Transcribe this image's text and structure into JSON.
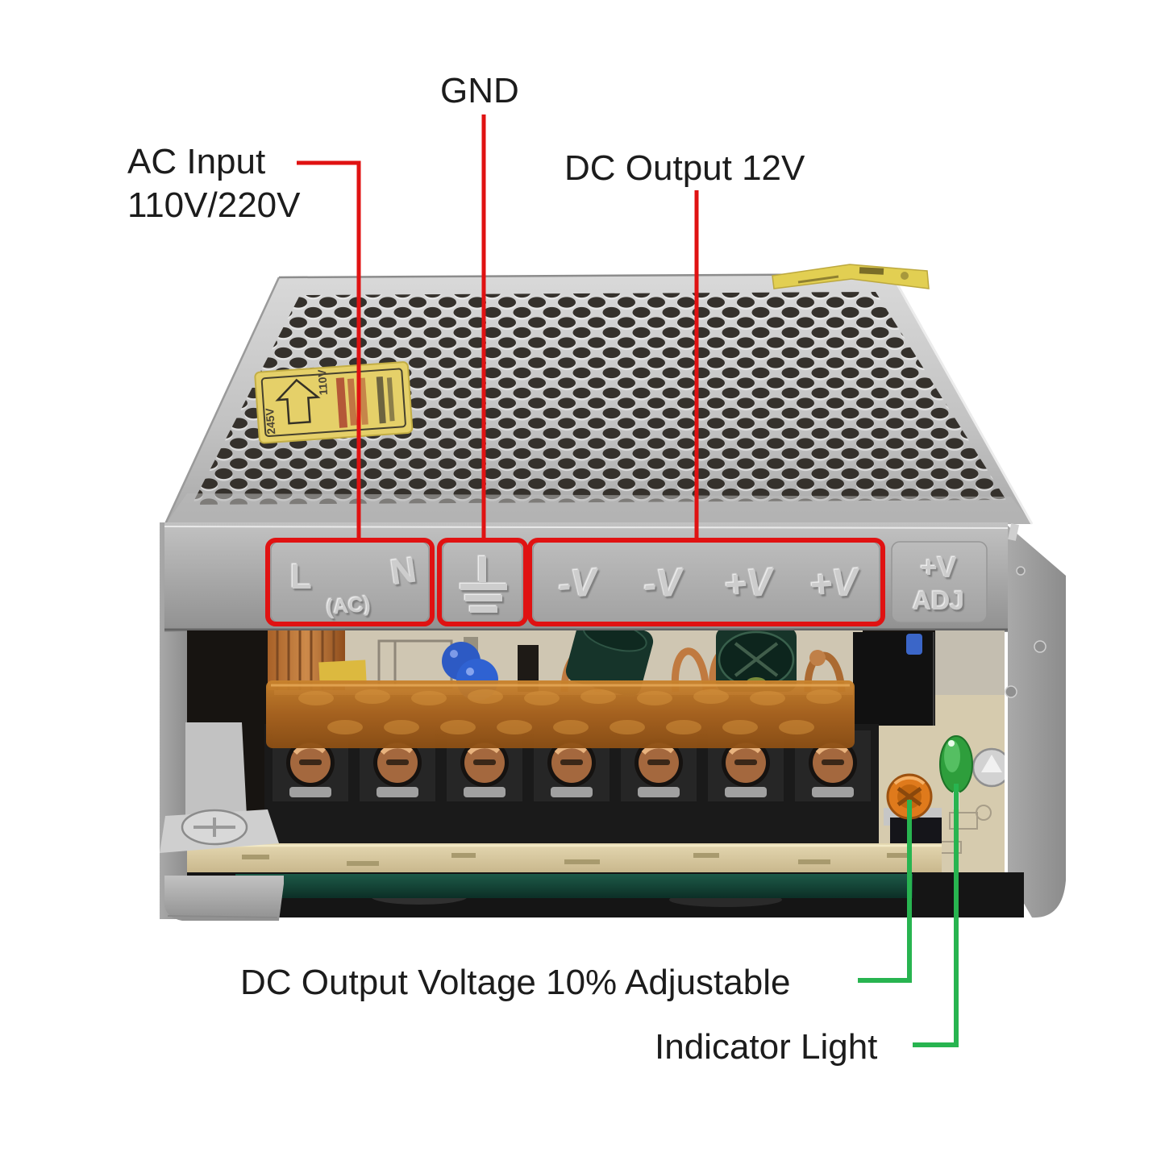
{
  "annotations": {
    "ac_input": {
      "line1": "AC Input",
      "line2": "110V/220V"
    },
    "gnd": {
      "label": "GND"
    },
    "dc_output": {
      "label": "DC Output 12V"
    },
    "adjustable": {
      "label": "DC Output Voltage 10% Adjustable"
    },
    "indicator": {
      "label": "Indicator Light"
    },
    "colors": {
      "callout_red": "#e01212",
      "callout_green": "#28b450"
    }
  },
  "device": {
    "front_plates": {
      "ac": {
        "l": "L",
        "n": "N",
        "sub": "(AC)"
      },
      "ground_symbol": "earth-ground",
      "dc": {
        "t1": "-V",
        "t2": "-V",
        "t3": "+V",
        "t4": "+V"
      },
      "adj": {
        "top": "+V",
        "bottom": "ADJ"
      }
    },
    "warning_sticker": {
      "voltage_top": "110V",
      "voltage_bottom": "245V"
    },
    "terminal_screw_count": 7,
    "colors": {
      "led_green": "#35a342",
      "potentiometer_orange": "#e07b1e",
      "terminal_cover_amber": "#b4672a",
      "pcb_edge_tan": "#d8cba4",
      "pcb_bottom_green": "#15483a",
      "case_metal": "#b5b5b5"
    }
  }
}
